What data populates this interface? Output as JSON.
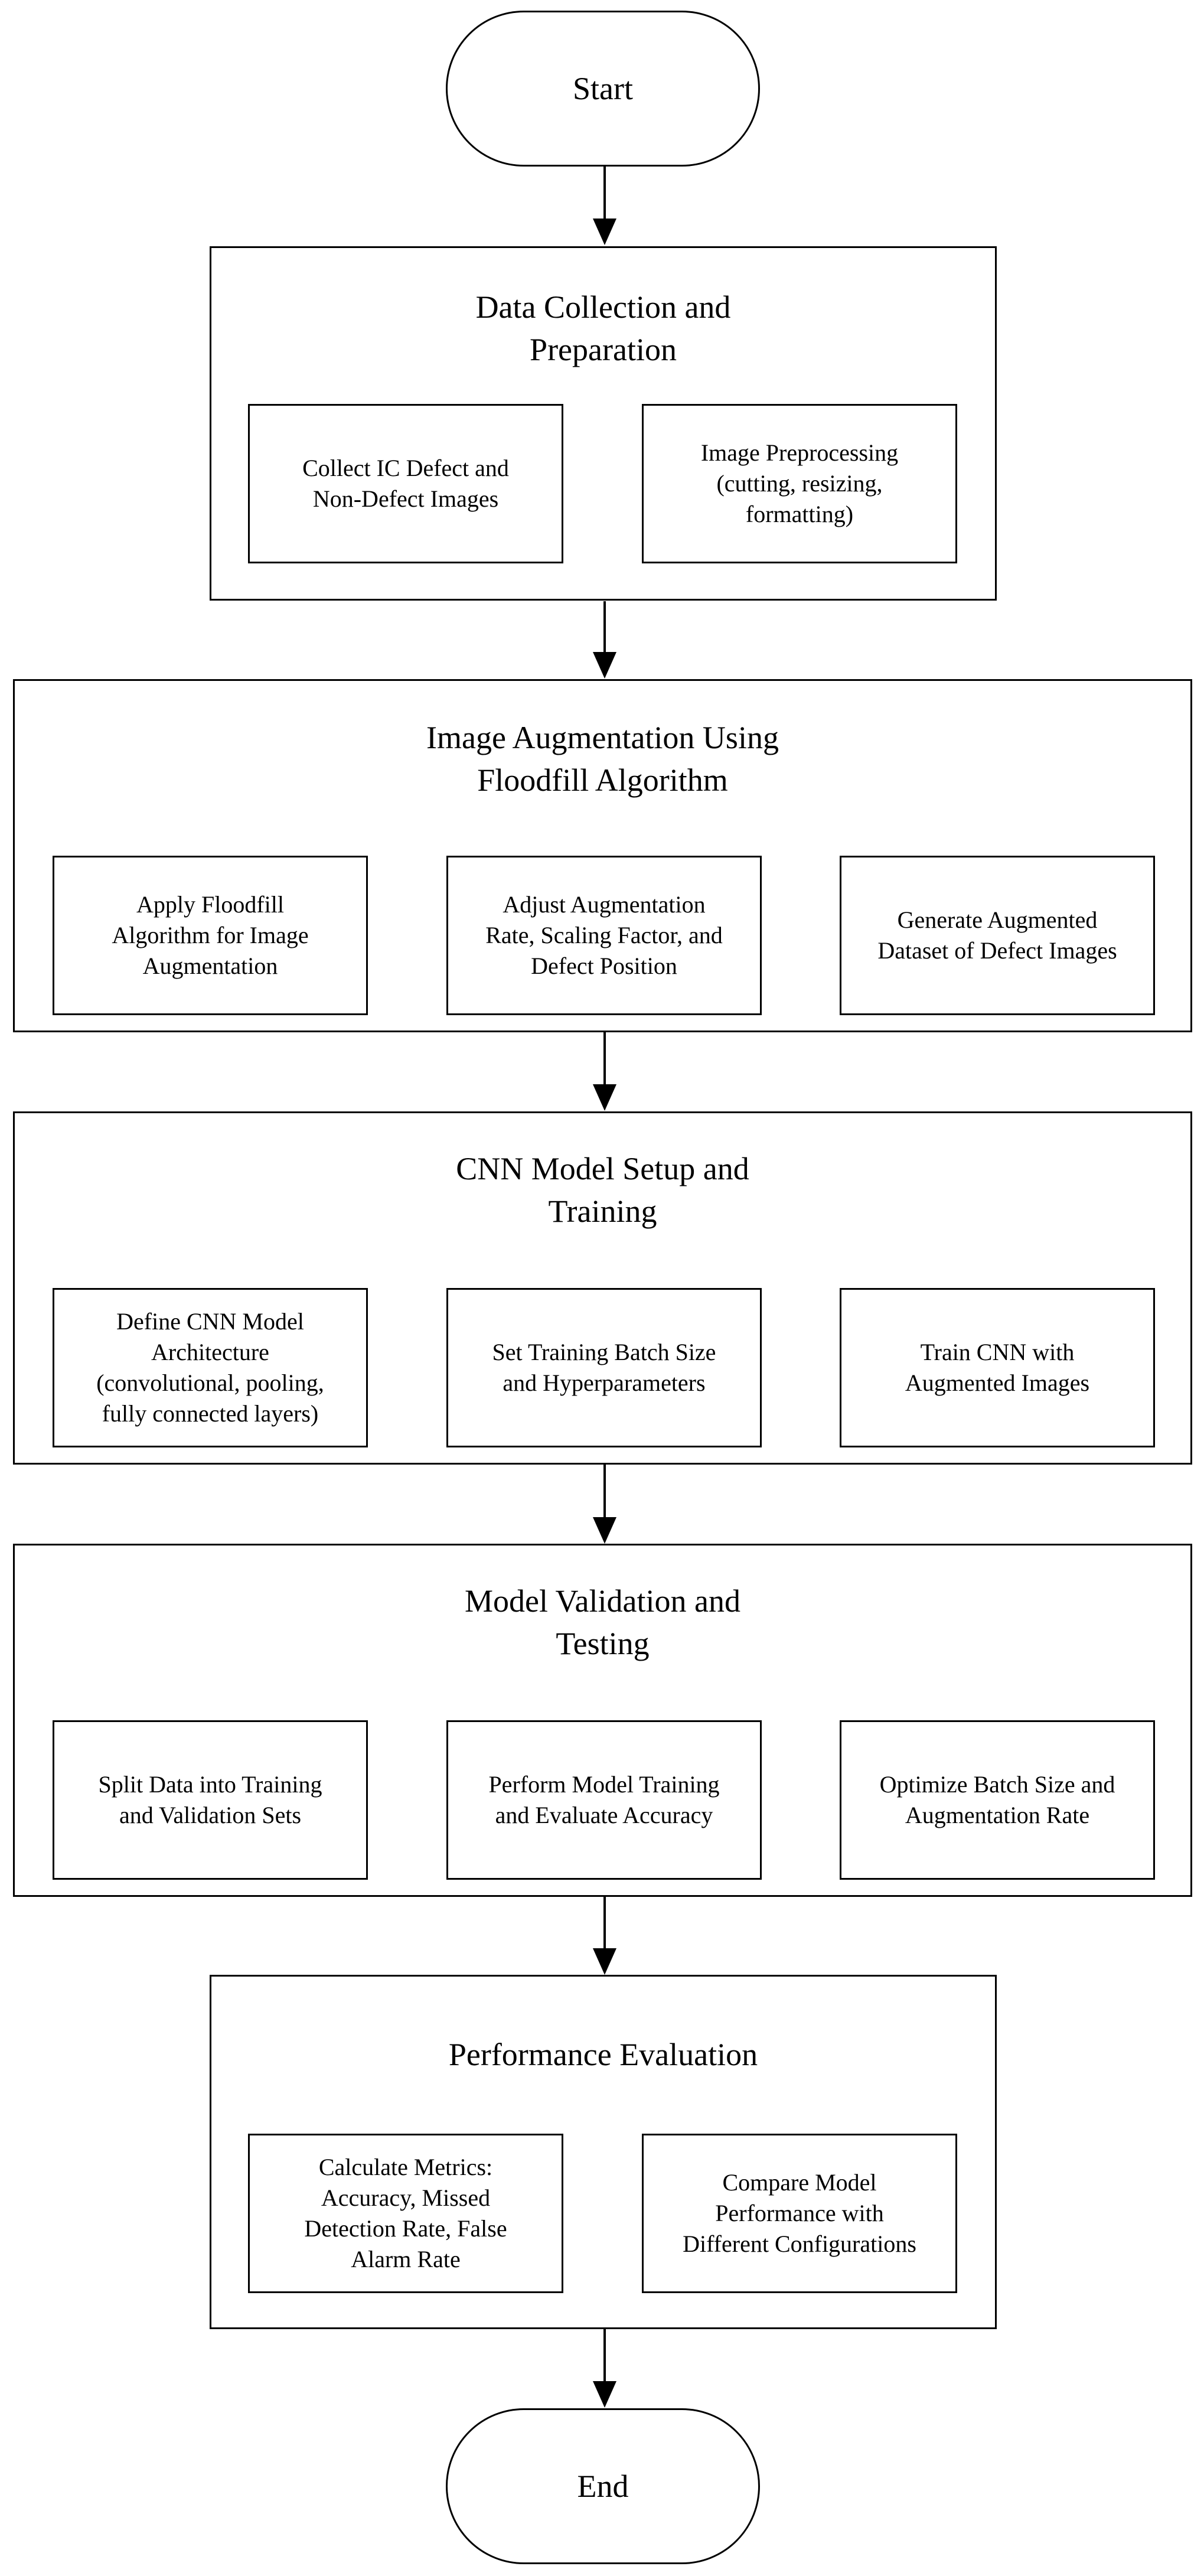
{
  "start_label": "Start",
  "end_label": "End",
  "stages": [
    {
      "title_line1": "Data Collection and",
      "title_line2": "Preparation",
      "steps": [
        [
          "Collect IC Defect and",
          "Non-Defect Images"
        ],
        [
          "Image Preprocessing",
          "(cutting, resizing,",
          "formatting)"
        ]
      ]
    },
    {
      "title_line1": "Image Augmentation Using",
      "title_line2": "Floodfill Algorithm",
      "steps": [
        [
          "Apply Floodfill",
          "Algorithm for Image",
          "Augmentation"
        ],
        [
          "Adjust Augmentation",
          "Rate, Scaling Factor, and",
          "Defect Position"
        ],
        [
          "Generate Augmented",
          "Dataset of Defect Images"
        ]
      ]
    },
    {
      "title_line1": "CNN Model Setup and",
      "title_line2": "Training",
      "steps": [
        [
          "Define CNN Model",
          "Architecture",
          "(convolutional, pooling,",
          "fully connected layers)"
        ],
        [
          "Set Training Batch Size",
          "and Hyperparameters"
        ],
        [
          "Train CNN with",
          "Augmented Images"
        ]
      ]
    },
    {
      "title_line1": "Model Validation and",
      "title_line2": "Testing",
      "steps": [
        [
          "Split Data into Training",
          "and Validation Sets"
        ],
        [
          "Perform Model Training",
          "and Evaluate Accuracy"
        ],
        [
          "Optimize Batch Size and",
          "Augmentation Rate"
        ]
      ]
    },
    {
      "title_line1": "Performance Evaluation",
      "title_line2": "",
      "steps": [
        [
          "Calculate Metrics:",
          "Accuracy, Missed",
          "Detection Rate, False",
          "Alarm Rate"
        ],
        [
          "Compare Model",
          "Performance with",
          "Different Configurations"
        ]
      ]
    }
  ]
}
